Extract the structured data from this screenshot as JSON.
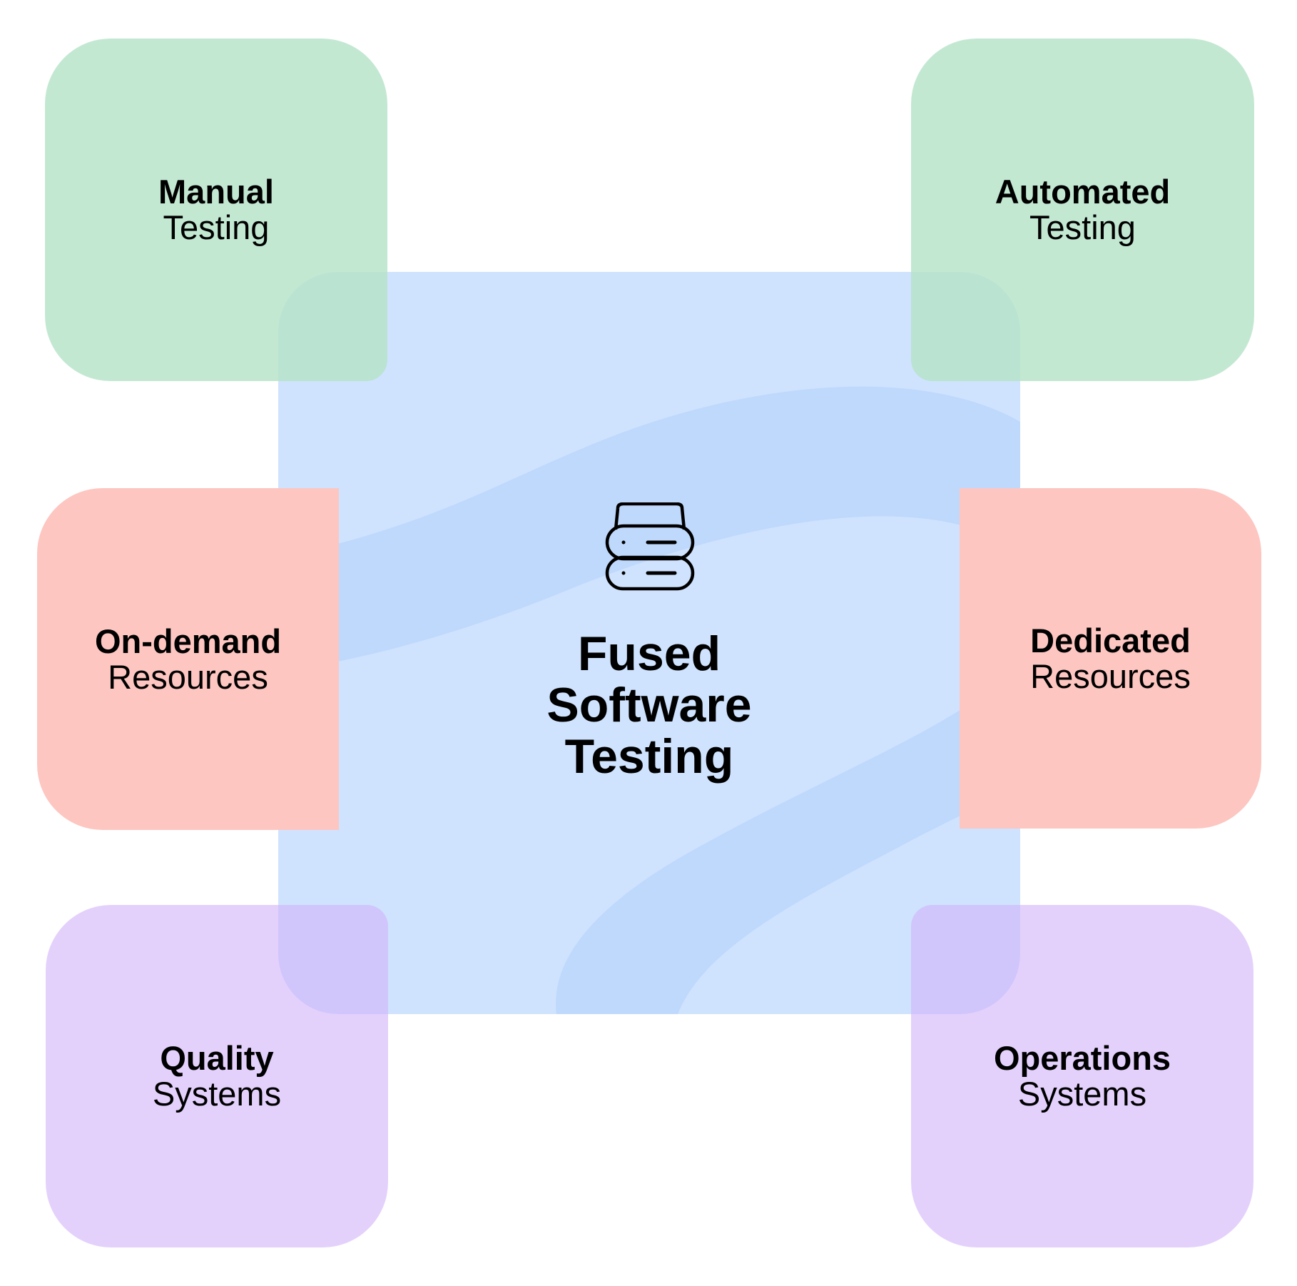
{
  "diagram": {
    "center": {
      "lines": [
        "Fused",
        "Software",
        "Testing"
      ],
      "icon": "server-stack-icon",
      "color": "#cfe3fe",
      "wave_color": "#bfd9fd"
    },
    "nodes": [
      {
        "id": "manual",
        "strong": "Manual",
        "light": "Testing",
        "color": "#c3e9d3"
      },
      {
        "id": "automated",
        "strong": "Automated",
        "light": "Testing",
        "color": "#c3e9d3"
      },
      {
        "id": "ondemand",
        "strong": "On-demand",
        "light": "Resources",
        "color": "#fdc6c1"
      },
      {
        "id": "dedicated",
        "strong": "Dedicated",
        "light": "Resources",
        "color": "#fdc6c1"
      },
      {
        "id": "quality",
        "strong": "Quality",
        "light": "Systems",
        "color": "#e1cbfc"
      },
      {
        "id": "operations",
        "strong": "Operations",
        "light": "Systems",
        "color": "#e1cbfc"
      }
    ]
  }
}
